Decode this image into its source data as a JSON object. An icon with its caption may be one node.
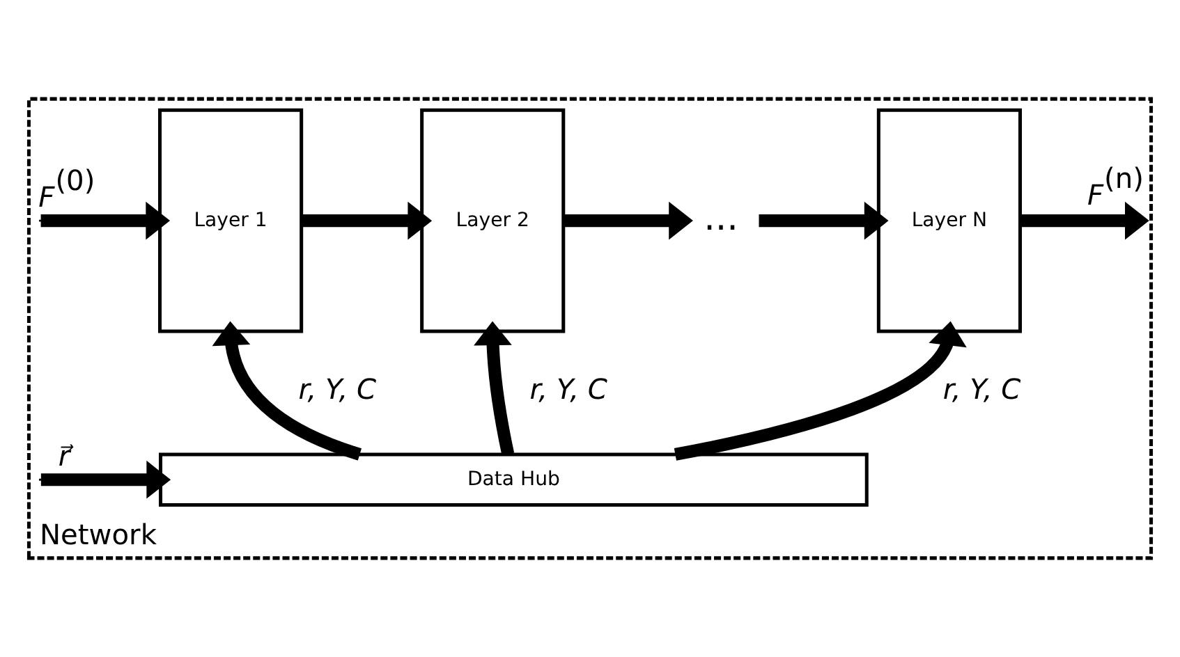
{
  "diagram": {
    "nodes": [
      {
        "text": [
          "Network"
        ]
      },
      {
        "text": [
          "Layer 1"
        ],
        "in": 0
      },
      {
        "text": [
          "Layer 2"
        ],
        "in": 0
      },
      {
        "text": [
          "..."
        ],
        "in": 0
      },
      {
        "text": [
          "Layer N"
        ],
        "in": 0
      },
      {
        "text": [
          "Data Hub"
        ],
        "in": 0
      }
    ],
    "edges": [
      {
        "from": null,
        "to": 1,
        "arrow": "to",
        "label": "F$^{(0)}$"
      },
      {
        "from": 1,
        "to": 2,
        "arrow": "to"
      },
      {
        "from": 2,
        "to": 3,
        "arrow": "to"
      },
      {
        "from": 3,
        "to": 4,
        "arrow": "to"
      },
      {
        "from": 4,
        "to": null,
        "arrow": "to",
        "label": "F$^{(n)}$"
      },
      {
        "from": null,
        "to": 5,
        "arrow": "to",
        "label": "r⃗"
      },
      {
        "from": 5,
        "to": 1,
        "arrow": "to",
        "label": "r, Y, C"
      },
      {
        "from": 5,
        "to": 2,
        "arrow": "to",
        "label": "r, Y, C"
      },
      {
        "from": 5,
        "to": 4,
        "arrow": "to",
        "label": "r, Y, C"
      }
    ]
  }
}
